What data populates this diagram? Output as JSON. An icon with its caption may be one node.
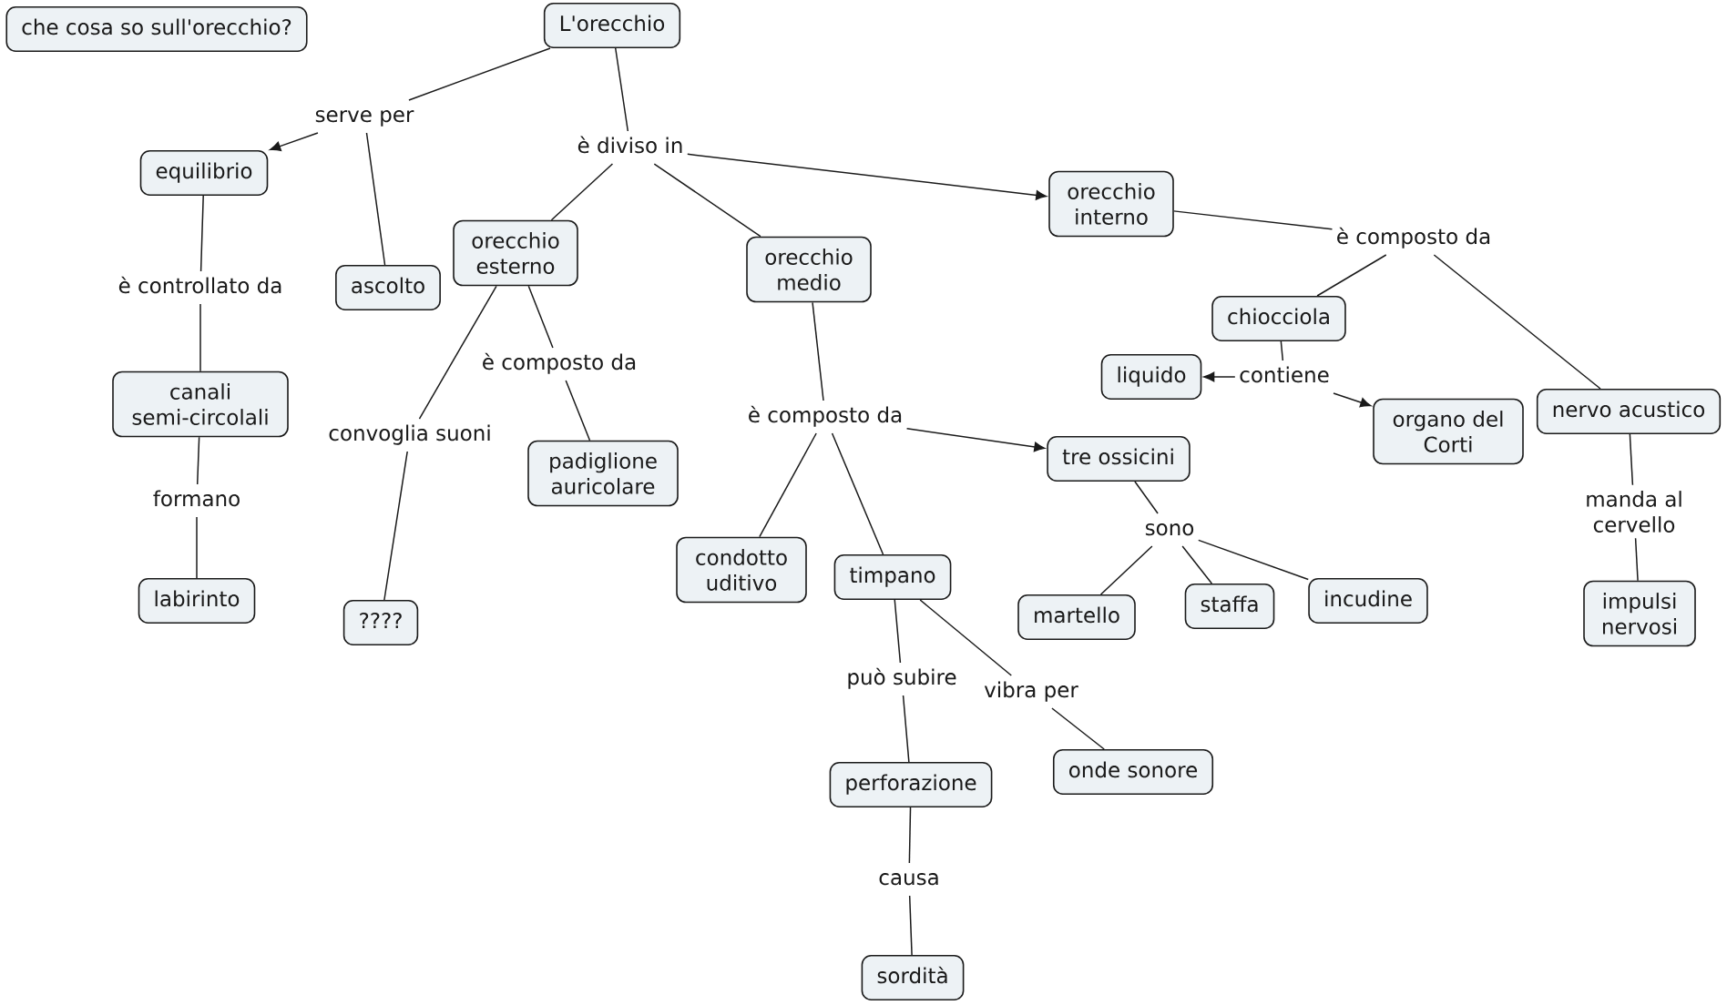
{
  "diagram": {
    "nodes": [
      {
        "text": [
          "che cosa so sull'orecchio?"
        ]
      },
      {
        "text": [
          "L'orecchio"
        ]
      },
      {
        "text": [
          "serve per"
        ]
      },
      {
        "text": [
          "è diviso in"
        ]
      },
      {
        "text": [
          "equilibrio"
        ]
      },
      {
        "text": [
          "ascolto"
        ]
      },
      {
        "text": [
          "orecchio esterno"
        ]
      },
      {
        "text": [
          "orecchio medio"
        ]
      },
      {
        "text": [
          "orecchio interno"
        ]
      },
      {
        "text": [
          "è controllato da"
        ]
      },
      {
        "text": [
          "è composto da"
        ]
      },
      {
        "text": [
          "convoglia suoni"
        ]
      },
      {
        "text": [
          "è composto da"
        ]
      },
      {
        "text": [
          "è composto da"
        ]
      },
      {
        "text": [
          "canali semi-circolali"
        ]
      },
      {
        "text": [
          "padiglione auricolare"
        ]
      },
      {
        "text": [
          "chiocciola"
        ]
      },
      {
        "text": [
          "liquido"
        ]
      },
      {
        "text": [
          "contiene"
        ]
      },
      {
        "text": [
          "organo del Corti"
        ]
      },
      {
        "text": [
          "nervo acustico"
        ]
      },
      {
        "text": [
          "tre ossicini"
        ]
      },
      {
        "text": [
          "formano"
        ]
      },
      {
        "text": [
          "manda al cervello"
        ]
      },
      {
        "text": [
          "condotto uditivo"
        ]
      },
      {
        "text": [
          "timpano"
        ]
      },
      {
        "text": [
          "sono"
        ]
      },
      {
        "text": [
          "labirinto"
        ]
      },
      {
        "text": [
          "????"
        ]
      },
      {
        "text": [
          "martello"
        ]
      },
      {
        "text": [
          "staffa"
        ]
      },
      {
        "text": [
          "incudine"
        ]
      },
      {
        "text": [
          "impulsi nervosi"
        ]
      },
      {
        "text": [
          "può subire"
        ]
      },
      {
        "text": [
          "vibra per"
        ]
      },
      {
        "text": [
          "perforazione"
        ]
      },
      {
        "text": [
          "onde sonore"
        ]
      },
      {
        "text": [
          "causa"
        ]
      },
      {
        "text": [
          "sordità"
        ]
      }
    ],
    "edges": [
      {
        "from": 1,
        "to": 2,
        "arrow": "none"
      },
      {
        "from": 2,
        "to": 4,
        "arrow": "to"
      },
      {
        "from": 2,
        "to": 5,
        "arrow": "none"
      },
      {
        "from": 1,
        "to": 3,
        "arrow": "none"
      },
      {
        "from": 3,
        "to": 6,
        "arrow": "none"
      },
      {
        "from": 3,
        "to": 7,
        "arrow": "none"
      },
      {
        "from": 3,
        "to": 8,
        "arrow": "to"
      },
      {
        "from": 4,
        "to": 9,
        "arrow": "none"
      },
      {
        "from": 9,
        "to": 14,
        "arrow": "none"
      },
      {
        "from": 14,
        "to": 22,
        "arrow": "none"
      },
      {
        "from": 22,
        "to": 27,
        "arrow": "none"
      },
      {
        "from": 6,
        "to": 10,
        "arrow": "none"
      },
      {
        "from": 10,
        "to": 15,
        "arrow": "none"
      },
      {
        "from": 6,
        "to": 11,
        "arrow": "none"
      },
      {
        "from": 11,
        "to": 28,
        "arrow": "none"
      },
      {
        "from": 7,
        "to": 12,
        "arrow": "none"
      },
      {
        "from": 12,
        "to": 24,
        "arrow": "none"
      },
      {
        "from": 12,
        "to": 25,
        "arrow": "none"
      },
      {
        "from": 12,
        "to": 21,
        "arrow": "to"
      },
      {
        "from": 8,
        "to": 13,
        "arrow": "none"
      },
      {
        "from": 13,
        "to": 16,
        "arrow": "none"
      },
      {
        "from": 13,
        "to": 20,
        "arrow": "none"
      },
      {
        "from": 16,
        "to": 18,
        "arrow": "none"
      },
      {
        "from": 18,
        "to": 17,
        "arrow": "to"
      },
      {
        "from": 18,
        "to": 19,
        "arrow": "to"
      },
      {
        "from": 20,
        "to": 23,
        "arrow": "none"
      },
      {
        "from": 23,
        "to": 32,
        "arrow": "none"
      },
      {
        "from": 21,
        "to": 26,
        "arrow": "none"
      },
      {
        "from": 26,
        "to": 29,
        "arrow": "none"
      },
      {
        "from": 26,
        "to": 30,
        "arrow": "none"
      },
      {
        "from": 26,
        "to": 31,
        "arrow": "none"
      },
      {
        "from": 25,
        "to": 33,
        "arrow": "none"
      },
      {
        "from": 33,
        "to": 35,
        "arrow": "none"
      },
      {
        "from": 35,
        "to": 37,
        "arrow": "none"
      },
      {
        "from": 37,
        "to": 38,
        "arrow": "none"
      },
      {
        "from": 25,
        "to": 34,
        "arrow": "none"
      },
      {
        "from": 34,
        "to": 36,
        "arrow": "none"
      }
    ]
  }
}
